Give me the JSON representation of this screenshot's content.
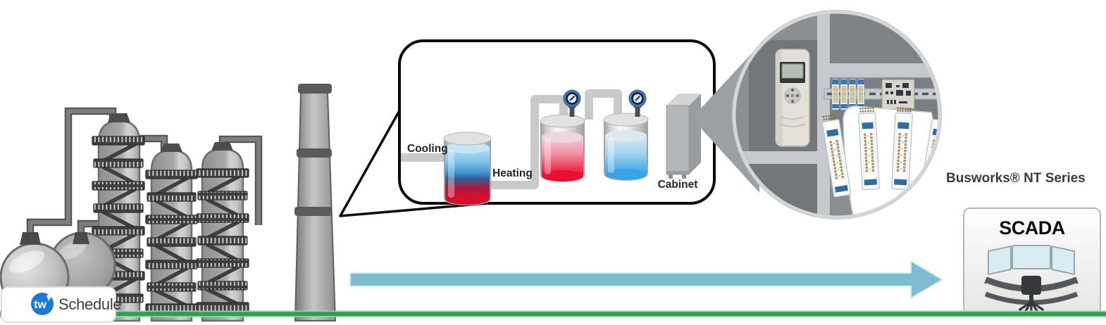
{
  "callout": {
    "cooling_label": "Cooling",
    "heating_label": "Heating",
    "cabinet_label": "Cabinet"
  },
  "magnifier": {
    "product_label": "Busworks® NT Series"
  },
  "scada": {
    "title": "SCADA"
  },
  "badge": {
    "logo_text": "tw",
    "label": "Schedule"
  },
  "colors": {
    "flow_arrow": "#7dbdd1",
    "ground_green": "#2ba14b",
    "badge_blue": "#1d79d6",
    "module_blue": "#2e6da4"
  }
}
